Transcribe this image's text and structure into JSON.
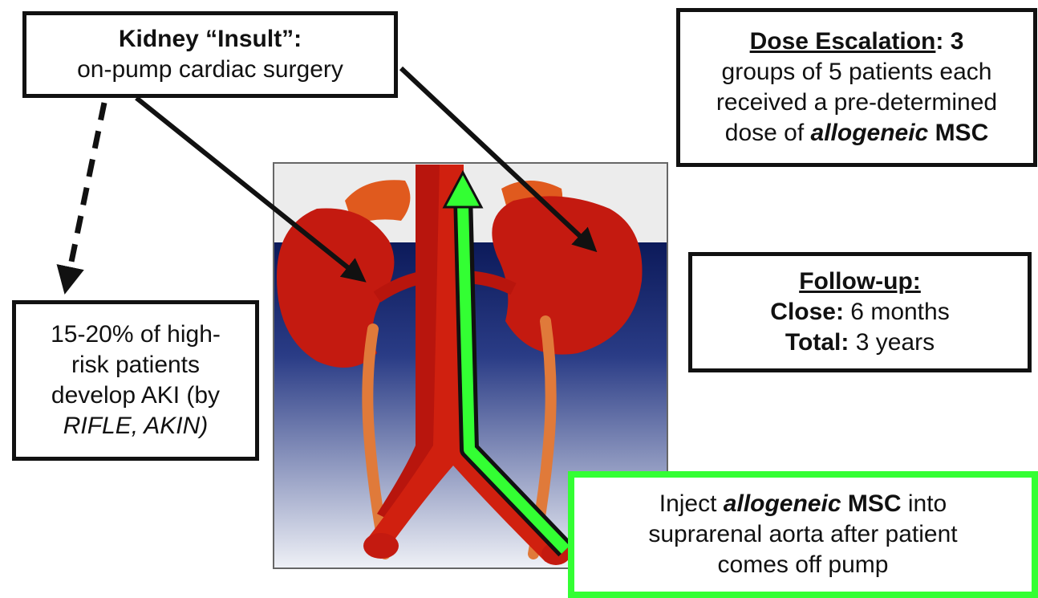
{
  "insult": {
    "title": "Kidney “Insult”:",
    "subtitle": "on-pump cardiac surgery"
  },
  "dose": {
    "heading": "Dose Escalation",
    "l1_rest": ": 3",
    "l2": "groups of 5 patients each",
    "l3": "received a pre-determined",
    "l4_pre": "dose of ",
    "l4_em": "allogeneic",
    "l4_post": " MSC"
  },
  "aki": {
    "l1": "15-20% of high-",
    "l2": "risk patients",
    "l3": "develop AKI (by",
    "l4": "RIFLE, AKIN)"
  },
  "followup": {
    "heading": "Follow-up:",
    "close_label": "Close:",
    "close_value": " 6 months",
    "total_label": "Total:",
    "total_value": " 3 years"
  },
  "inject": {
    "l1_pre": "Inject ",
    "l1_em": "allogeneic",
    "l1_mid": " MSC",
    "l1_post": " into",
    "l2": "suprarenal aorta after patient",
    "l3": "comes off pump"
  },
  "colors": {
    "artery": "#c8170f",
    "kidney": "#c41a10",
    "ureter": "#e07a3a",
    "navy": "#0c1a5a",
    "highlight": "#33ff33"
  }
}
